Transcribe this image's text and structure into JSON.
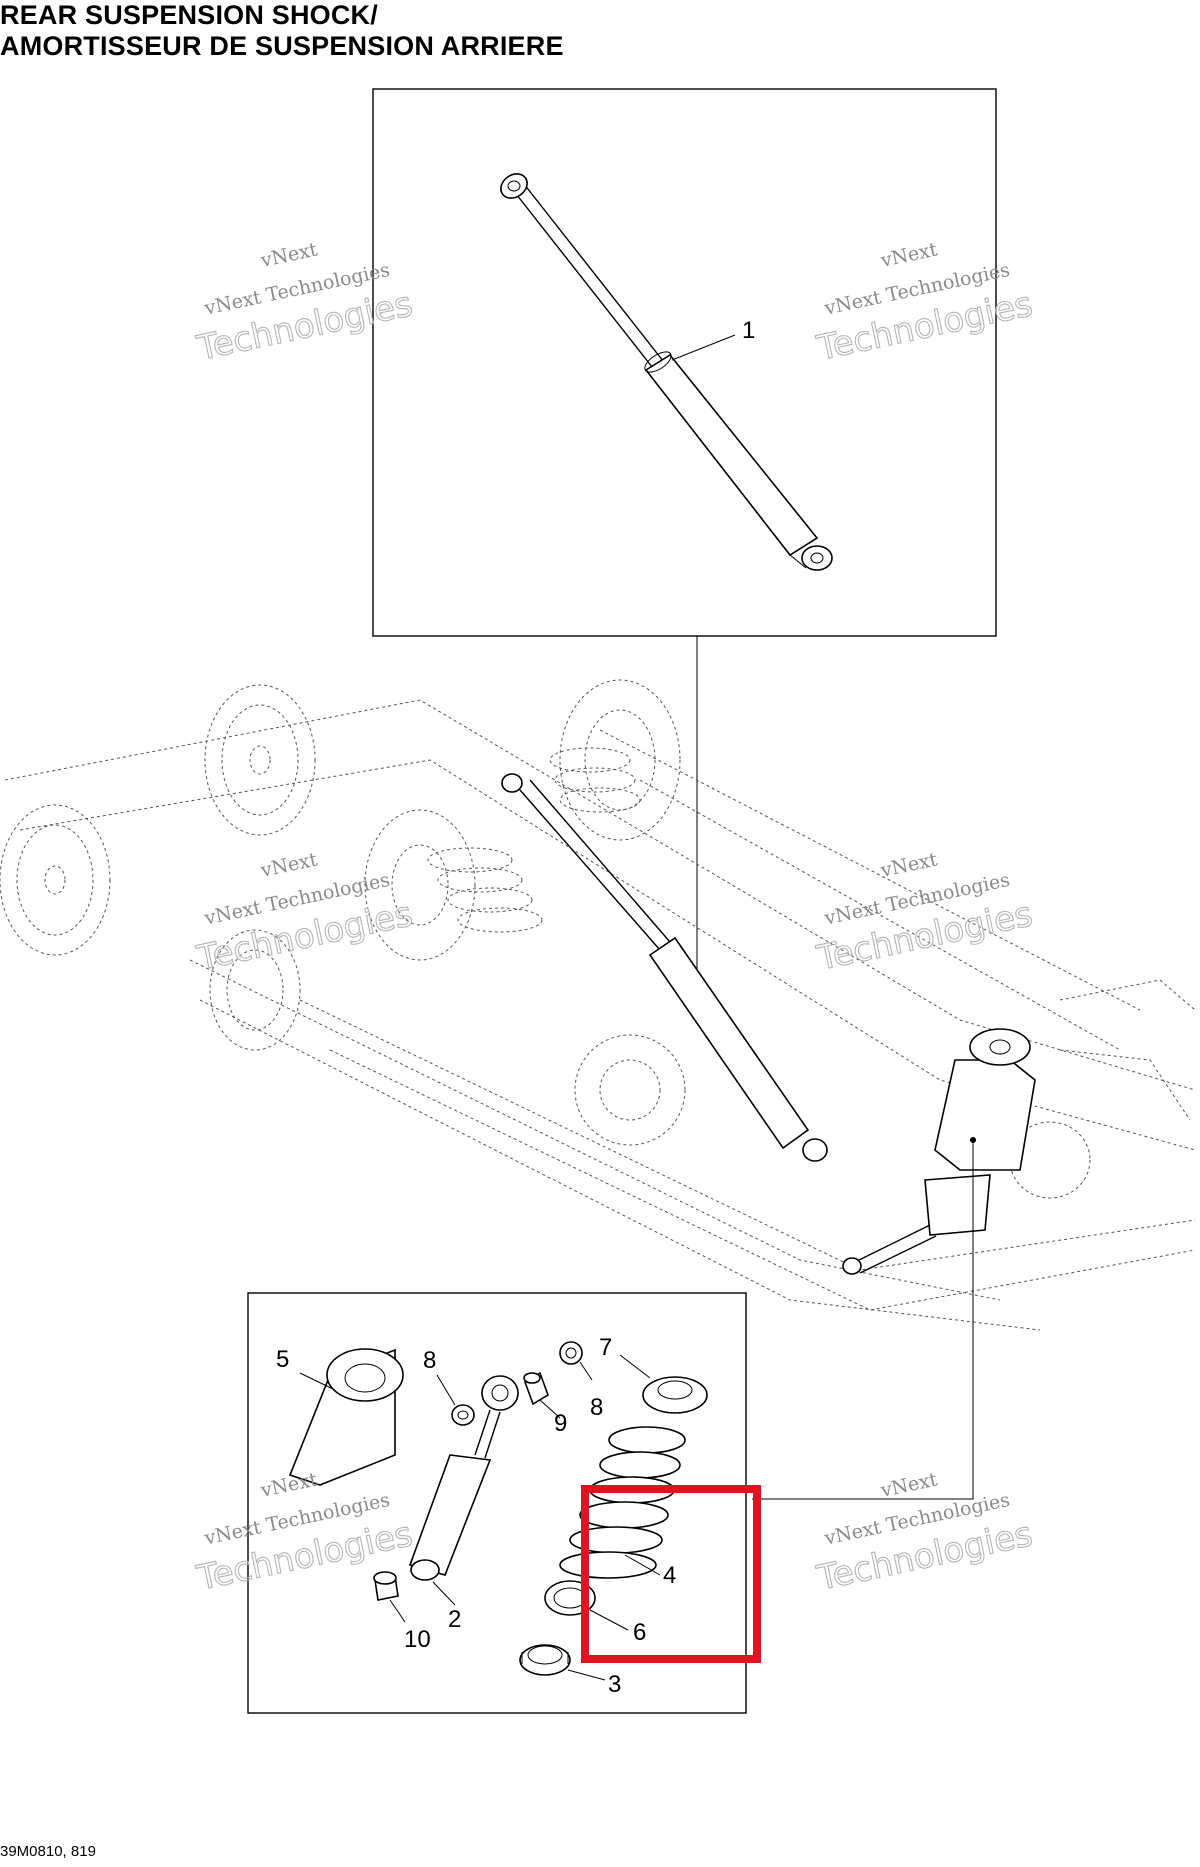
{
  "title": {
    "line1": "REAR SUSPENSION SHOCK/",
    "line2": "AMORTISSEUR DE SUSPENSION ARRIERE"
  },
  "callouts": {
    "c1": "1",
    "c2": "2",
    "c3": "3",
    "c4": "4",
    "c5": "5",
    "c6": "6",
    "c7": "7",
    "c8a": "8",
    "c8b": "8",
    "c9": "9",
    "c10": "10"
  },
  "watermarks": {
    "brand_top": "vNext",
    "brand_line": "vNext Technologies",
    "brand_big": "Technologies"
  },
  "diagram_code": "39M0810, 819",
  "highlight": {
    "color": "#e0141e"
  }
}
